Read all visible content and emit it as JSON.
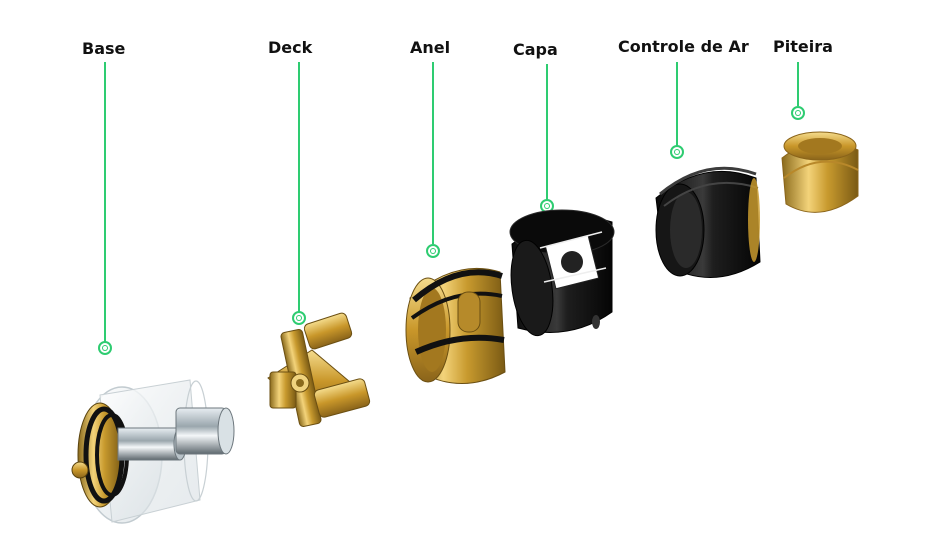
{
  "colors": {
    "leader": "#2ecc71",
    "gold": "#d4a937",
    "black": "#141414"
  },
  "parts": [
    {
      "id": "base",
      "label": "Base",
      "icon": "base-assembly-icon"
    },
    {
      "id": "deck",
      "label": "Deck",
      "icon": "deck-icon"
    },
    {
      "id": "anel",
      "label": "Anel",
      "icon": "ring-icon"
    },
    {
      "id": "capa",
      "label": "Capa",
      "icon": "cap-icon"
    },
    {
      "id": "controle",
      "label": "Controle de Ar",
      "icon": "airflow-control-icon"
    },
    {
      "id": "piteira",
      "label": "Piteira",
      "icon": "drip-tip-icon"
    }
  ]
}
